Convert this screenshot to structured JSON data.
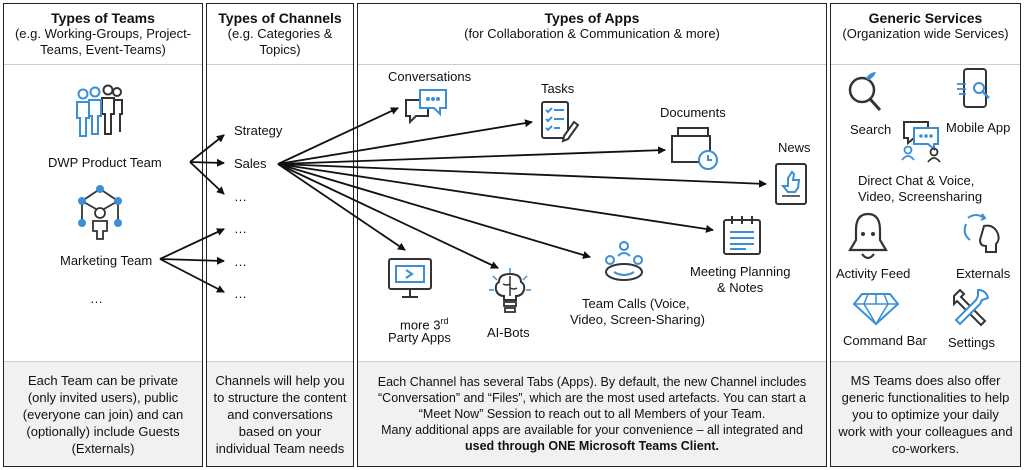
{
  "columns": {
    "teams": {
      "title": "Types of Teams",
      "subtitle": "(e.g. Working-Groups, Project-Teams, Event-Teams)",
      "items": [
        "DWP Product Team",
        "Marketing Team",
        "…"
      ],
      "footer": [
        "Each Team can be private",
        "(only invited users), public",
        "(everyone can join) and can",
        "(optionally) include Guests",
        "(Externals)"
      ]
    },
    "channels": {
      "title": "Types of Channels",
      "subtitle": "(e.g. Categories & Topics)",
      "items": [
        "Strategy",
        "Sales",
        "…",
        "…",
        "…",
        "…"
      ],
      "footer": [
        "Channels will help you",
        "to structure the content",
        "and conversations",
        "based on your",
        "individual Team needs"
      ]
    },
    "apps": {
      "title": "Types of Apps",
      "subtitle": "(for Collaboration & Communication & more)",
      "items": {
        "conversations": "Conversations",
        "tasks": "Tasks",
        "documents": "Documents",
        "news": "News",
        "meeting_1": "Meeting Planning",
        "meeting_2": "& Notes",
        "calls_1": "Team Calls (Voice,",
        "calls_2": "Video, Screen-Sharing)",
        "bots": "AI-Bots",
        "party_1": "more 3",
        "party_sup": "rd",
        "party_2": "Party Apps"
      },
      "footer": [
        "Each Channel has several Tabs (Apps). By default, the new Channel includes",
        "“Conversation” and “Files”, which are the most used artefacts. You can start a",
        "“Meet Now” Session to reach out to all Members of your Team.",
        "Many additional apps are available for your convenience – all integrated and"
      ],
      "footer_bold": "used through ONE Microsoft Teams Client."
    },
    "services": {
      "title": "Generic Services",
      "subtitle": "(Organization wide Services)",
      "items": {
        "search": "Search",
        "mobile": "Mobile App",
        "chat_1": "Direct Chat & Voice,",
        "chat_2": "Video, Screensharing",
        "activity": "Activity Feed",
        "externals": "Externals",
        "command": "Command Bar",
        "settings": "Settings"
      },
      "footer": [
        "MS Teams does also offer",
        "generic functionalities to help",
        "you to optimize your daily",
        "work with your colleagues and",
        "co-workers."
      ]
    }
  },
  "colors": {
    "accent": "#3b8fd6",
    "border": "#222222",
    "footer_bg": "#f1f1f1",
    "icon_dark": "#333333"
  }
}
